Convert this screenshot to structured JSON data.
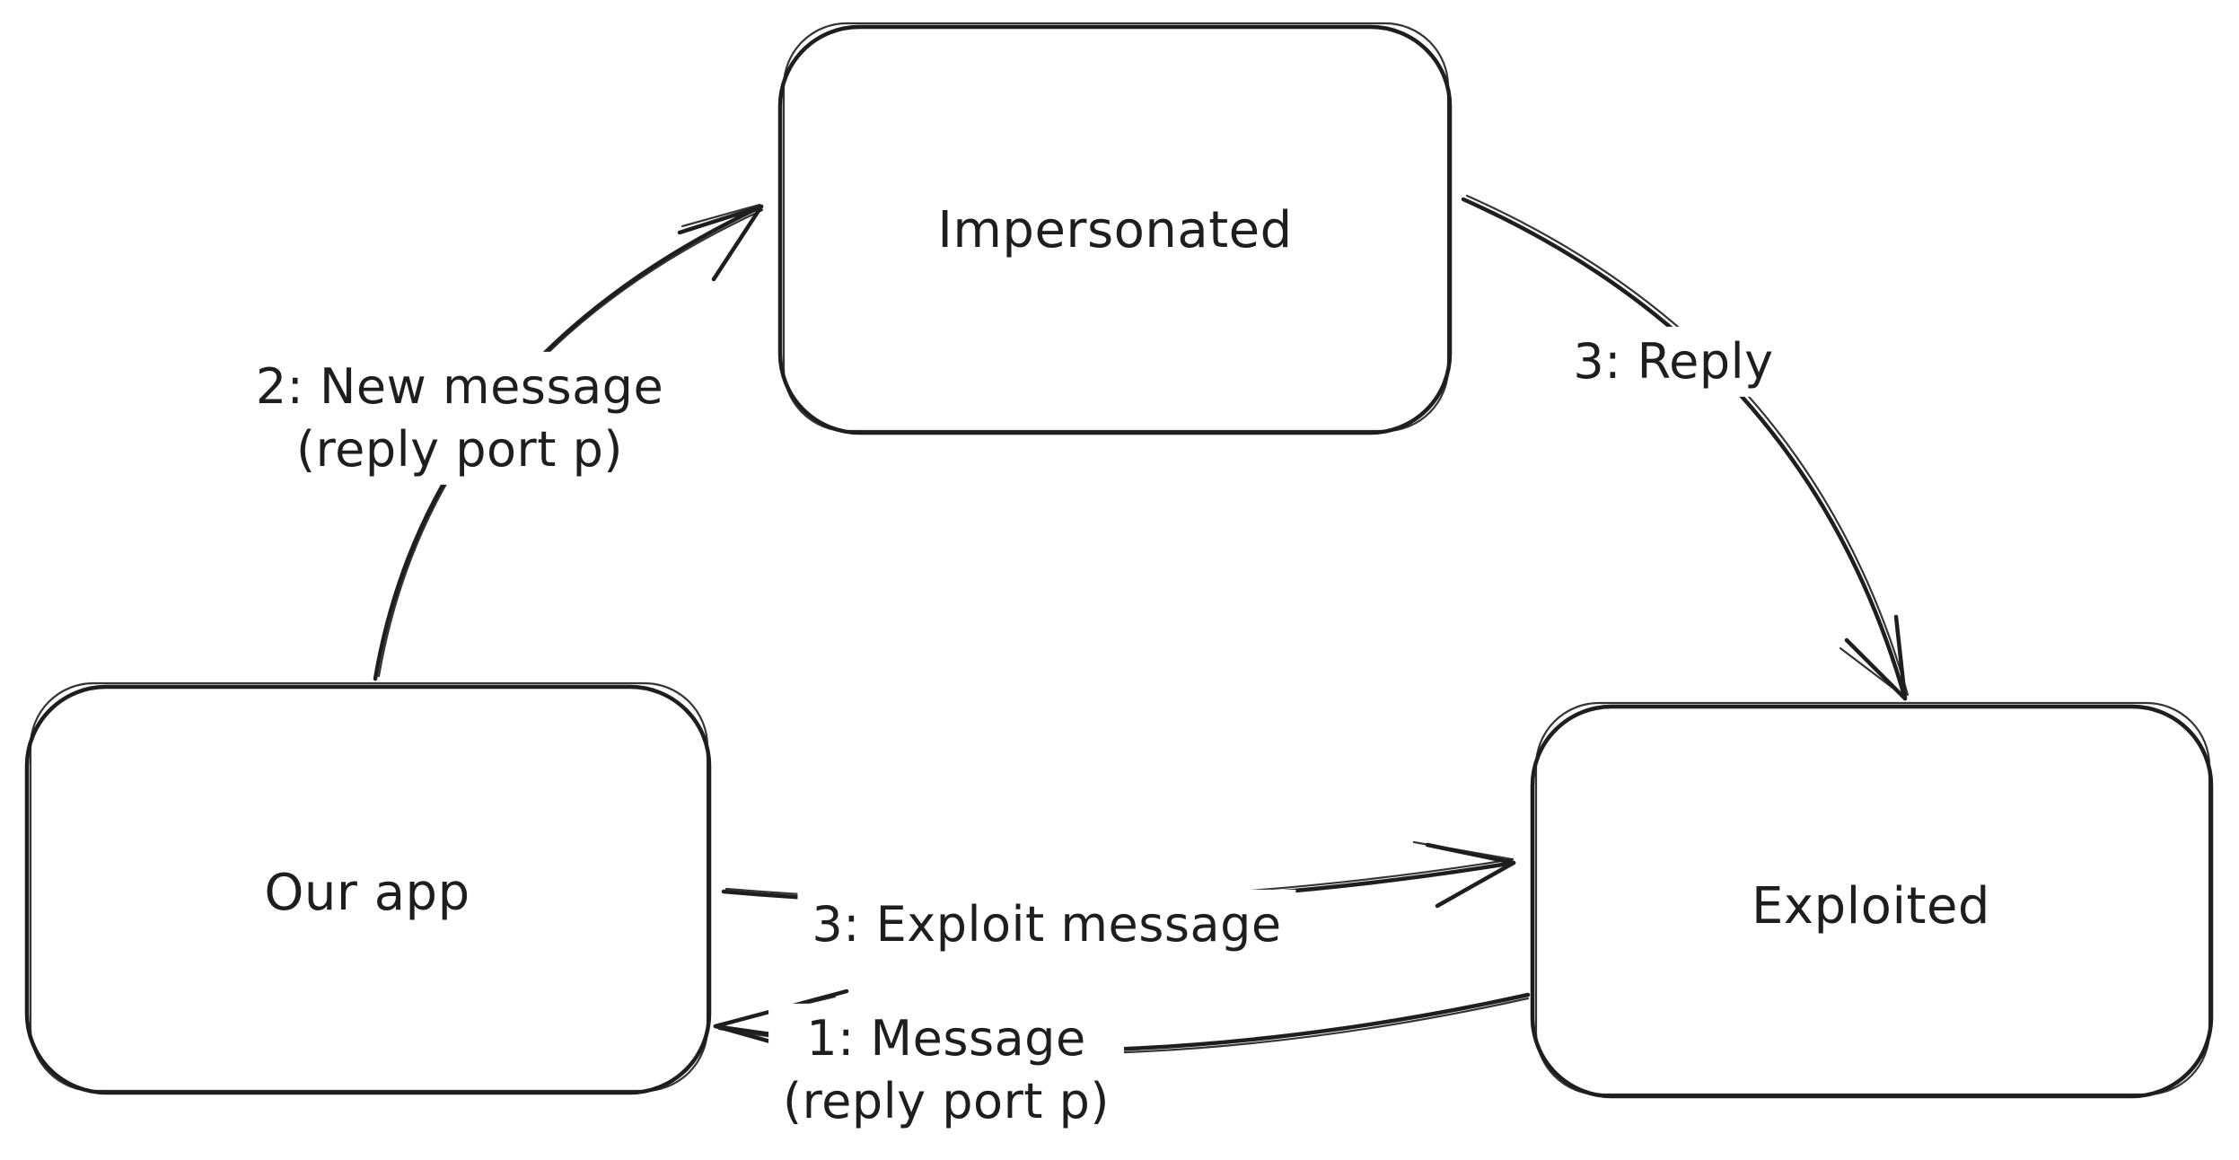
{
  "canvas": {
    "background_color": "#ffffff",
    "ink_color": "#1e1e1e",
    "style": "hand-drawn whiteboard diagram"
  },
  "nodes": {
    "impersonated": {
      "label": "Impersonated"
    },
    "our_app": {
      "label": "Our app"
    },
    "exploited": {
      "label": "Exploited"
    }
  },
  "edges": {
    "new_message": {
      "from": "our_app",
      "to": "impersonated",
      "lines": [
        "2: New message",
        "(reply port p)"
      ]
    },
    "reply": {
      "from": "impersonated",
      "to": "exploited",
      "lines": [
        "3: Reply"
      ]
    },
    "exploit_message": {
      "from": "our_app",
      "to": "exploited",
      "lines": [
        "3: Exploit message"
      ]
    },
    "message": {
      "from": "exploited",
      "to": "our_app",
      "lines": [
        "1: Message",
        "(reply port p)"
      ]
    }
  }
}
